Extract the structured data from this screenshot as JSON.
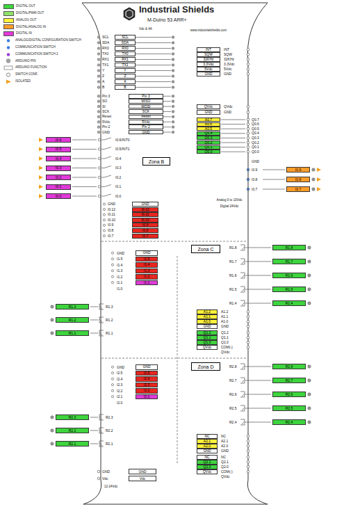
{
  "diagram": {
    "nodes": [
      {
        "text": [
          "Industrial Shields",
          "M-Duino 53 ARR+"
        ]
      },
      {
        "text": [
          "SCL"
        ],
        "in": 0
      },
      {
        "text": [
          "SDA"
        ],
        "in": 0
      },
      {
        "text": [
          "RX0"
        ],
        "in": 0
      },
      {
        "text": [
          "TX0"
        ],
        "in": 0
      },
      {
        "text": [
          "RX1"
        ],
        "in": 0
      },
      {
        "text": [
          "TX1"
        ],
        "in": 0
      },
      {
        "text": [
          "Y"
        ],
        "in": 0
      },
      {
        "text": [
          "Z"
        ],
        "in": 0
      },
      {
        "text": [
          "A"
        ],
        "in": 0
      },
      {
        "text": [
          "B"
        ],
        "in": 0
      },
      {
        "text": [
          "Pin 3"
        ],
        "in": 0
      },
      {
        "text": [
          "MISO"
        ],
        "in": 0
      },
      {
        "text": [
          "MOSI"
        ],
        "in": 0
      },
      {
        "text": [
          "SCK"
        ],
        "in": 0
      },
      {
        "text": [
          "Reset"
        ],
        "in": 0
      },
      {
        "text": [
          "5Vdc"
        ],
        "in": 0
      },
      {
        "text": [
          "Pin 2"
        ],
        "in": 0
      },
      {
        "text": [
          "GND"
        ],
        "in": 0
      },
      {
        "text": [
          "INT"
        ],
        "in": 0
      },
      {
        "text": [
          "SQW"
        ],
        "in": 0
      },
      {
        "text": [
          "32KHz"
        ],
        "in": 0
      },
      {
        "text": [
          "3.3Vdc"
        ],
        "in": 0
      },
      {
        "text": [
          "5Vdc"
        ],
        "in": 0
      },
      {
        "text": [
          "GND"
        ],
        "in": 0
      },
      {
        "text": [
          "Zona B"
        ],
        "in": 0
      },
      {
        "text": [
          "QVdc"
        ],
        "in": 0
      },
      {
        "text": [
          "GND"
        ],
        "in": 0
      },
      {
        "text": [
          "A0.7"
        ],
        "in": 0
      },
      {
        "text": [
          "A0.6"
        ],
        "in": 0
      },
      {
        "text": [
          "A0.5"
        ],
        "in": 0
      },
      {
        "text": [
          "Q0.4"
        ],
        "in": 0
      },
      {
        "text": [
          "Q0.3"
        ],
        "in": 0
      },
      {
        "text": [
          "Q0.2"
        ],
        "in": 0
      },
      {
        "text": [
          "Q0.1"
        ],
        "in": 0
      },
      {
        "text": [
          "Q0.0"
        ],
        "in": 0
      },
      {
        "text": [
          "I0.9"
        ],
        "in": 0
      },
      {
        "text": [
          "I0.8"
        ],
        "in": 0
      },
      {
        "text": [
          "I0.7"
        ],
        "in": 0
      },
      {
        "text": [
          "I0.6"
        ],
        "in": 0
      },
      {
        "text": [
          "I0.5"
        ],
        "in": 0
      },
      {
        "text": [
          "I0.4"
        ],
        "in": 0
      },
      {
        "text": [
          "I0.3"
        ],
        "in": 0
      },
      {
        "text": [
          "I0.2"
        ],
        "in": 0
      },
      {
        "text": [
          "I0.1"
        ],
        "in": 0
      },
      {
        "text": [
          "I0.0"
        ],
        "in": 0
      },
      {
        "text": [
          "GND"
        ],
        "in": 0
      },
      {
        "text": [
          "I0.12"
        ],
        "in": 0
      },
      {
        "text": [
          "I0.11"
        ],
        "in": 0
      },
      {
        "text": [
          "I0.10"
        ],
        "in": 0
      },
      {
        "text": [
          "I0.9"
        ],
        "in": 0
      },
      {
        "text": [
          "I0.8"
        ],
        "in": 0
      },
      {
        "text": [
          "I0.7"
        ],
        "in": 0
      },
      {
        "text": [
          "Zona C"
        ],
        "in": 0
      },
      {
        "text": [
          "GND"
        ],
        "in": 0
      },
      {
        "text": [
          "I1.5"
        ],
        "in": 0
      },
      {
        "text": [
          "I1.4"
        ],
        "in": 0
      },
      {
        "text": [
          "I1.3"
        ],
        "in": 0
      },
      {
        "text": [
          "I1.2"
        ],
        "in": 0
      },
      {
        "text": [
          "I1.1"
        ],
        "in": 0
      },
      {
        "text": [
          "R1.8"
        ],
        "in": 0
      },
      {
        "text": [
          "R1.7"
        ],
        "in": 0
      },
      {
        "text": [
          "R1.6"
        ],
        "in": 0
      },
      {
        "text": [
          "R1.5"
        ],
        "in": 0
      },
      {
        "text": [
          "R1.4"
        ],
        "in": 0
      },
      {
        "text": [
          "R1.3"
        ],
        "in": 0
      },
      {
        "text": [
          "R1.2"
        ],
        "in": 0
      },
      {
        "text": [
          "R1.1"
        ],
        "in": 0
      },
      {
        "text": [
          "A1.2"
        ],
        "in": 0
      },
      {
        "text": [
          "A1.1"
        ],
        "in": 0
      },
      {
        "text": [
          "A1.0"
        ],
        "in": 0
      },
      {
        "text": [
          "GND"
        ],
        "in": 0
      },
      {
        "text": [
          "Q1.2"
        ],
        "in": 0
      },
      {
        "text": [
          "Q1.1"
        ],
        "in": 0
      },
      {
        "text": [
          "Q1.0"
        ],
        "in": 0
      },
      {
        "text": [
          "QVdc"
        ],
        "in": 0
      },
      {
        "text": [
          "Zona D"
        ],
        "in": 0
      },
      {
        "text": [
          "GND"
        ],
        "in": 0
      },
      {
        "text": [
          "I2.5"
        ],
        "in": 0
      },
      {
        "text": [
          "I2.4"
        ],
        "in": 0
      },
      {
        "text": [
          "I2.3"
        ],
        "in": 0
      },
      {
        "text": [
          "I2.2"
        ],
        "in": 0
      },
      {
        "text": [
          "I2.1"
        ],
        "in": 0
      },
      {
        "text": [
          "R2.8"
        ],
        "in": 0
      },
      {
        "text": [
          "R2.7"
        ],
        "in": 0
      },
      {
        "text": [
          "R2.6"
        ],
        "in": 0
      },
      {
        "text": [
          "R2.5"
        ],
        "in": 0
      },
      {
        "text": [
          "R2.4"
        ],
        "in": 0
      },
      {
        "text": [
          "R2.3"
        ],
        "in": 0
      },
      {
        "text": [
          "R2.2"
        ],
        "in": 0
      },
      {
        "text": [
          "R2.1"
        ],
        "in": 0
      },
      {
        "text": [
          "NC"
        ],
        "in": 0
      },
      {
        "text": [
          "A2.1"
        ],
        "in": 0
      },
      {
        "text": [
          "A2.0"
        ],
        "in": 0
      },
      {
        "text": [
          "GND"
        ],
        "in": 0
      },
      {
        "text": [
          "NC"
        ],
        "in": 0
      },
      {
        "text": [
          "Q2.1"
        ],
        "in": 0
      },
      {
        "text": [
          "Q2.0"
        ],
        "in": 0
      },
      {
        "text": [
          "QVdc"
        ],
        "in": 0
      },
      {
        "text": [
          "GND"
        ],
        "in": 0
      },
      {
        "text": [
          "Vdc"
        ],
        "in": 0
      }
    ],
    "labels": [
      "www.industrialshields.com",
      "Vdc & 4A",
      "SCL",
      "SDA",
      "RX0",
      "TX0",
      "RX1",
      "TX1",
      "Y",
      "Z",
      "A",
      "B",
      "Pin 3",
      "SO",
      "SI",
      "SCK",
      "Reset",
      "5Vdc",
      "Pin 2",
      "GND",
      "INT",
      "SQW",
      "32KHz",
      "3.3Vdc",
      "5Vdc",
      "GND",
      "QVdc",
      "GND",
      "Q0.7",
      "Q0.6",
      "Q0.5",
      "Q0.4",
      "Q0.3",
      "Q0.2",
      "Q0.1",
      "Q0.0",
      "I0.6/INT0",
      "I0.5/INT1",
      "I0.4",
      "I0.3",
      "I0.2",
      "I0.1",
      "I0.0",
      "GND",
      "I0.12",
      "I0.11",
      "I0.10",
      "I0.9",
      "I0.8",
      "I0.7",
      "GND",
      "I0.9",
      "I0.8",
      "I0.7",
      "Analog 0 to 10Vdc",
      "Digital 24Vdc",
      "GND",
      "I1.5",
      "I1.4",
      "I1.3",
      "I1.2",
      "I1.1",
      "I1.0",
      "R1.8",
      "R1.7",
      "R1.6",
      "R1.5",
      "R1.4",
      "R1.3",
      "R1.2",
      "R1.1",
      "A1.2",
      "A1.1",
      "A1.0",
      "GND",
      "Q1.2",
      "Q1.1",
      "Q1.0",
      "COM(-)",
      "QVdc",
      "GND",
      "I2.5",
      "I2.4",
      "I2.3",
      "I2.2",
      "I2.1",
      "I2.0",
      "R2.8",
      "R2.7",
      "R2.6",
      "R2.5",
      "R2.4",
      "R2.3",
      "R2.2",
      "R2.1",
      "NC",
      "A2.1",
      "A2.0",
      "GND",
      "NC",
      "Q2.1",
      "Q2.0",
      "COM(-)",
      "QVdc",
      "GND",
      "Vdc",
      "12-24Vdc"
    ],
    "legend": [
      {
        "text": "DIGITAL OUT",
        "color": "#3ed43e"
      },
      {
        "text": "DIGITAL/PWM OUT",
        "color": "#8fe36a"
      },
      {
        "text": "ANALOG OUT",
        "color": "#fff23a"
      },
      {
        "text": "DIGITAL/ANALOG IN",
        "color": "#ff9d2a"
      },
      {
        "text": "DIGITAL IN",
        "color": "#e03ad8"
      },
      {
        "text": "ANALOG/DIGITAL CONFIGURATION SWITCH"
      },
      {
        "text": "COMMUNICATION SWITCH"
      },
      {
        "text": "COMMUNICATION SWITCH 2"
      },
      {
        "text": "ARDUINO PIN"
      },
      {
        "text": "ARDUINO FUNCTION"
      },
      {
        "text": "SWITCH CONF."
      },
      {
        "text": "ISOLATED"
      }
    ]
  }
}
